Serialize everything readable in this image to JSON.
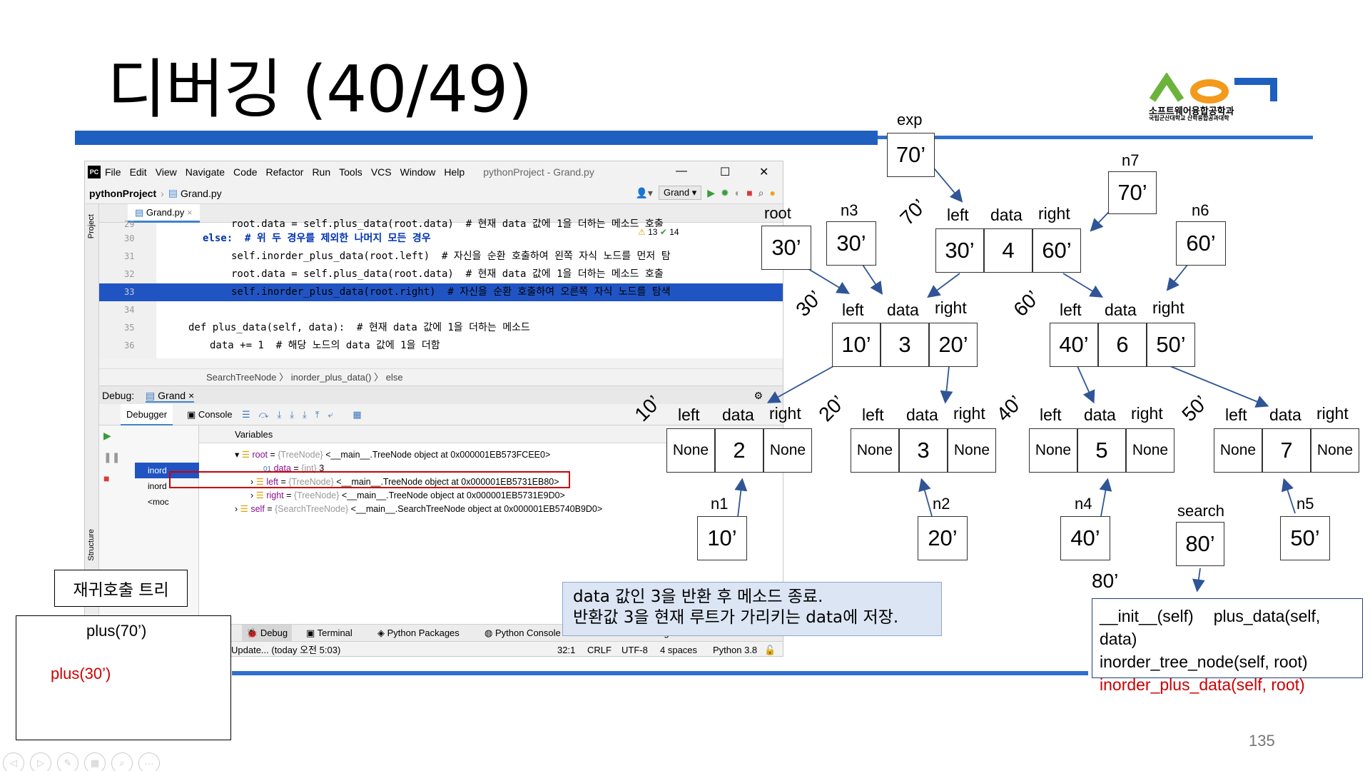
{
  "slide": {
    "title": "디버깅 (40/49)",
    "page_number": "135",
    "logo": {
      "line1": "소프트웨어융합공학과",
      "line2": "국립군산대학교 산학융합공과대학"
    }
  },
  "ide": {
    "menu": [
      "File",
      "Edit",
      "View",
      "Navigate",
      "Code",
      "Refactor",
      "Run",
      "Tools",
      "VCS",
      "Window",
      "Help"
    ],
    "window_title": "pythonProject - Grand.py",
    "project": "pythonProject",
    "file": "Grand.py",
    "run_config": "Grand",
    "sidebar_project": "Project",
    "sidebar_structure": "Structure",
    "file_tab": "Grand.py",
    "inspections": {
      "warnings": "13",
      "ok": "14"
    },
    "code_lines": [
      {
        "ln": "29",
        "text": "root.data = self.plus_data(root.data)  # 현재 data 값에 1을 더하는 메소드 호출"
      },
      {
        "ln": "30",
        "text": "else:  # 위 두 경우를 제외한 나머지 모든 경우"
      },
      {
        "ln": "31",
        "text": "self.inorder_plus_data(root.left)  # 자신을 순환 호출하여 왼쪽 자식 노드를 먼저 탐"
      },
      {
        "ln": "32",
        "text": "root.data = self.plus_data(root.data)  # 현재 data 값에 1을 더하는 메소드 호출"
      },
      {
        "ln": "33",
        "text": "self.inorder_plus_data(root.right)  # 자신을 순환 호출하여 오른쪽 자식 노드를 탐색"
      },
      {
        "ln": "34",
        "text": ""
      },
      {
        "ln": "35",
        "text": "def plus_data(self, data):  # 현재 data 값에 1을 더하는 메소드"
      },
      {
        "ln": "36",
        "text": "data += 1  # 해당 노드의 data 값에 1을 더함"
      }
    ],
    "breadcrumb": [
      "SearchTreeNode",
      "inorder_plus_data()",
      "else"
    ],
    "debug_label": "Debug:",
    "debug_config": "Grand",
    "debug_tabs": [
      "Debugger",
      "Console"
    ],
    "variables_label": "Variables",
    "frames": [
      "inord",
      "inord",
      "<moc"
    ],
    "variables": [
      {
        "name": "root",
        "type": "{TreeNode}",
        "value": "<__main__.TreeNode object at 0x000001EB573FCEE0>"
      },
      {
        "name": "data",
        "type": "{int}",
        "value": "3"
      },
      {
        "name": "left",
        "type": "{TreeNode}",
        "value": "<__main__.TreeNode object at 0x000001EB5731EB80>"
      },
      {
        "name": "right",
        "type": "{TreeNode}",
        "value": "<__main__.TreeNode object at 0x000001EB5731E9D0>"
      },
      {
        "name": "self",
        "type": "{SearchTreeNode}",
        "value": "<__main__.SearchTreeNode object at 0x000001EB5740B9D0>"
      }
    ],
    "bottom_tabs": [
      "oblems",
      "Debug",
      "Terminal",
      "Python Packages",
      "Python Console",
      "Event Log"
    ],
    "status": {
      "left": "Update... (today 오전 5:03)",
      "pos": "32:1",
      "eol": "CRLF",
      "enc": "UTF-8",
      "indent": "4 spaces",
      "interp": "Python 3.8"
    }
  },
  "tree": {
    "exp": {
      "label": "exp",
      "value": "70’"
    },
    "n7": {
      "label": "n7",
      "value": "70’"
    },
    "root": {
      "label": "root",
      "value": "30’"
    },
    "n3": {
      "label": "n3",
      "value": "30’"
    },
    "n6": {
      "label": "n6",
      "value": "60’"
    },
    "headers": {
      "left": "left",
      "data": "data",
      "right": "right"
    },
    "node70": {
      "tag": "70’",
      "left": "30’",
      "data": "4",
      "right": "60’"
    },
    "node30": {
      "tag": "30’",
      "left": "10’",
      "data": "3",
      "right": "20’"
    },
    "node60": {
      "tag": "60’",
      "left": "40’",
      "data": "6",
      "right": "50’"
    },
    "node10": {
      "tag": "10’",
      "left": "None",
      "data": "2",
      "right": "None"
    },
    "node20": {
      "tag": "20’",
      "left": "None",
      "data": "3",
      "right": "None"
    },
    "node40": {
      "tag": "40’",
      "left": "None",
      "data": "5",
      "right": "None"
    },
    "node50": {
      "tag": "50’",
      "left": "None",
      "data": "7",
      "right": "None"
    },
    "n1": {
      "label": "n1",
      "value": "10’"
    },
    "n2": {
      "label": "n2",
      "value": "20’"
    },
    "n4": {
      "label": "n4",
      "value": "40’"
    },
    "n5": {
      "label": "n5",
      "value": "50’"
    },
    "search": {
      "label": "search",
      "value": "80’",
      "tag": "80’"
    }
  },
  "callout": {
    "line1": "data 값인 3을 반환 후 메소드 종료.",
    "line2": "반환값 3을 현재 루트가 가리키는 data에 저장."
  },
  "recursion": {
    "label": "재귀호출 트리",
    "call1": "plus(70’)",
    "call2": "plus(30’)",
    "call2_color": "#cc0000"
  },
  "methods": {
    "init": "__init__(self)",
    "plus": "plus_data(self, data)",
    "tree": "inorder_tree_node(self, root)",
    "inorder_plus": "inorder_plus_data(self, root)",
    "highlight_color": "#cc0000"
  },
  "colors": {
    "accent": "#1f5fbf",
    "selection": "#2154c3"
  }
}
